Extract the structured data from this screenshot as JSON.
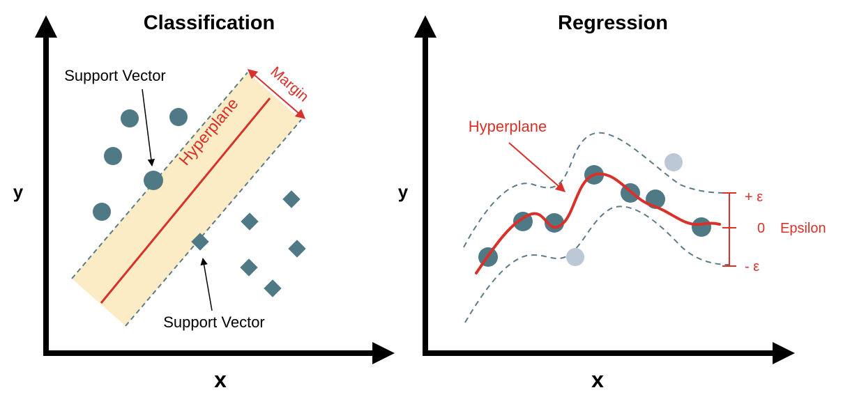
{
  "colors": {
    "axis": "#000000",
    "point": "#4f7a85",
    "point_light": "#bcc8d6",
    "hyperplane": "#d9302a",
    "margin_fill": "#fcecc6",
    "dashed_boundary": "#5b7b86"
  },
  "classification": {
    "title": "Classification",
    "x_label": "x",
    "y_label": "y",
    "hyperplane_label": "Hyperplane",
    "margin_label": "Margin",
    "support_vector_top": "Support Vector",
    "support_vector_bottom": "Support Vector"
  },
  "regression": {
    "title": "Regression",
    "x_label": "x",
    "y_label": "y",
    "hyperplane_label": "Hyperplane",
    "plus_epsilon": "+ ε",
    "zero": "0",
    "epsilon_label": "Epsilon",
    "minus_epsilon": "- ε"
  }
}
